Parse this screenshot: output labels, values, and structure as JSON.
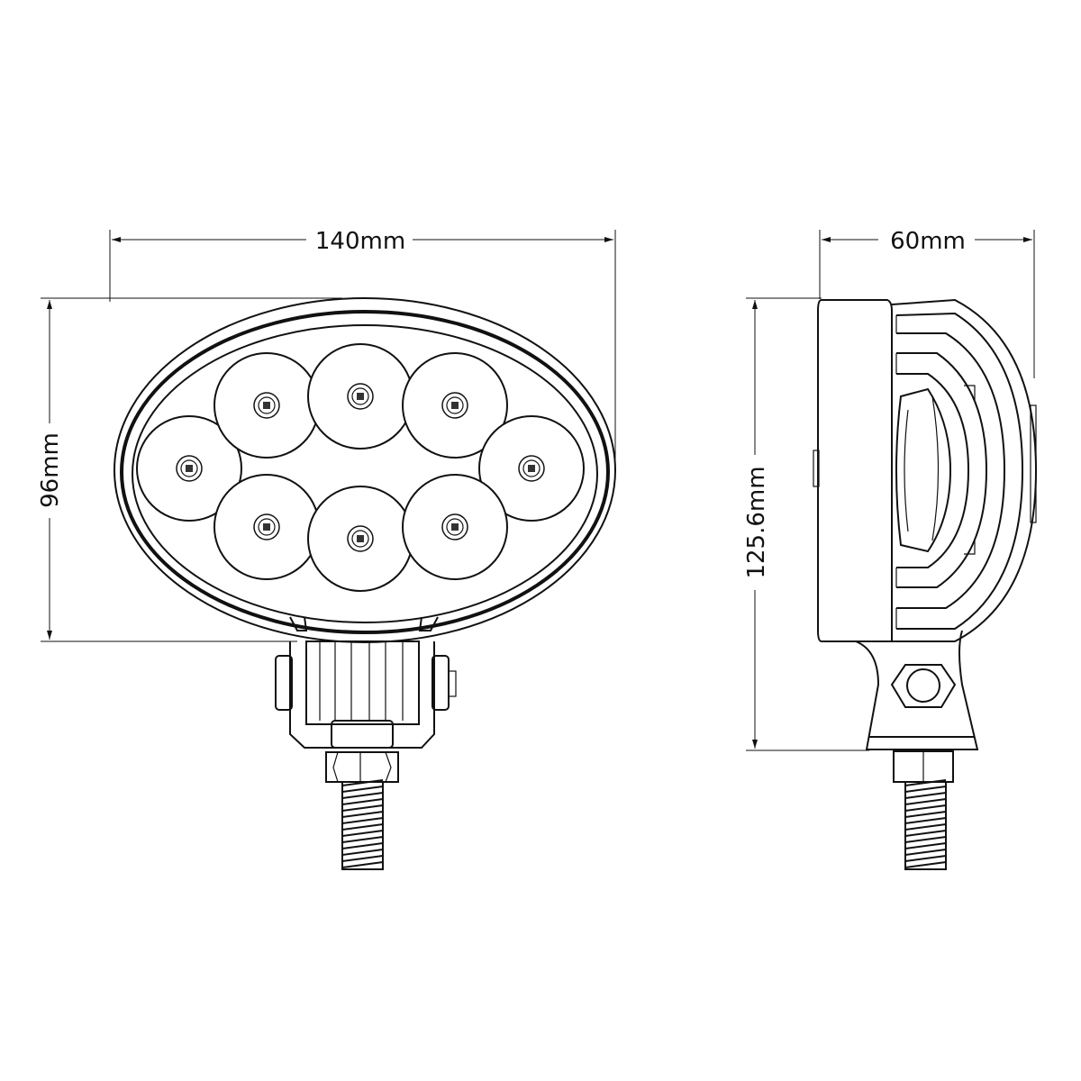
{
  "dimensions": {
    "front_width": "140mm",
    "front_height": "96mm",
    "side_depth": "60mm",
    "side_height": "125.6mm"
  },
  "led_count": 8,
  "colors": {
    "line": "#111111",
    "background": "#ffffff"
  }
}
